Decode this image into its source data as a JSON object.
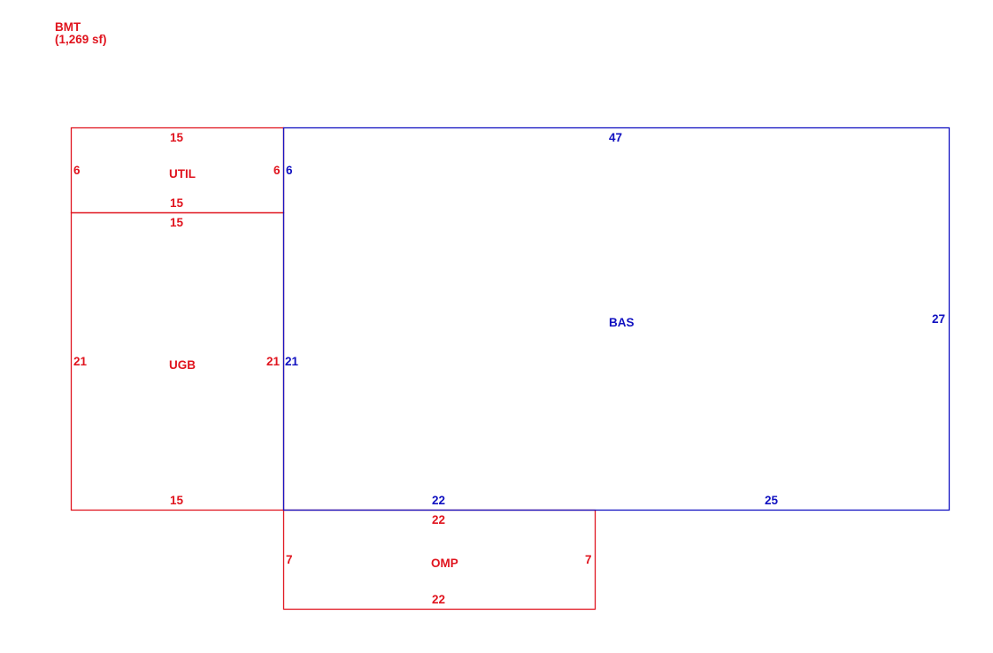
{
  "colors": {
    "red": "#e0141e",
    "blue": "#1010c0"
  },
  "header": {
    "title": "BMT",
    "area": "(1,269 sf)"
  },
  "areas": {
    "util": {
      "name": "UTIL",
      "dims": {
        "top": "15",
        "bottom": "15",
        "left": "6",
        "right": "6"
      }
    },
    "ugb": {
      "name": "UGB",
      "dims": {
        "top": "15",
        "bottom": "15",
        "left": "21",
        "right": "21"
      }
    },
    "bas": {
      "name": "BAS",
      "dims": {
        "top": "47",
        "left_upper": "6",
        "left_lower": "21",
        "right": "27",
        "bottom_left": "22",
        "bottom_right": "25"
      }
    },
    "omp": {
      "name": "OMP",
      "dims": {
        "top": "22",
        "bottom": "22",
        "left": "7",
        "right": "7"
      }
    }
  }
}
